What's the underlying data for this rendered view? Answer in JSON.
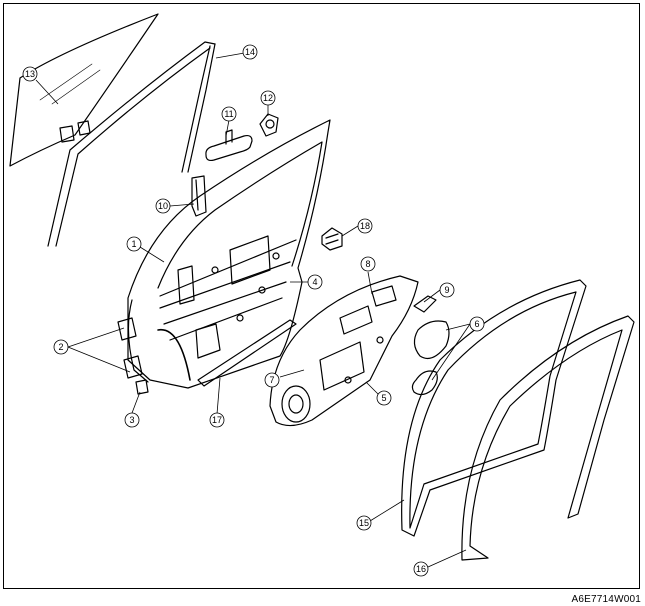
{
  "figure_code": "A6E7714W001",
  "callouts": [
    {
      "id": "c1",
      "text": "1"
    },
    {
      "id": "c2",
      "text": "2"
    },
    {
      "id": "c3",
      "text": "3"
    },
    {
      "id": "c4",
      "text": "4"
    },
    {
      "id": "c5",
      "text": "5"
    },
    {
      "id": "c6",
      "text": "6"
    },
    {
      "id": "c7",
      "text": "7"
    },
    {
      "id": "c8",
      "text": "8"
    },
    {
      "id": "c9",
      "text": "9"
    },
    {
      "id": "c10",
      "text": "10"
    },
    {
      "id": "c11",
      "text": "11"
    },
    {
      "id": "c12",
      "text": "12"
    },
    {
      "id": "c13",
      "text": "13"
    },
    {
      "id": "c14",
      "text": "14"
    },
    {
      "id": "c15",
      "text": "15"
    },
    {
      "id": "c16",
      "text": "16"
    },
    {
      "id": "c17",
      "text": "17"
    },
    {
      "id": "c18",
      "text": "18"
    }
  ]
}
